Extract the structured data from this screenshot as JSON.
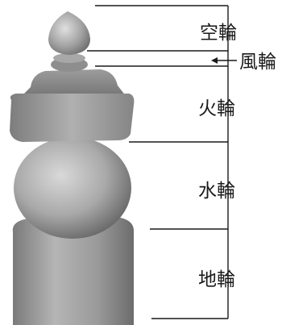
{
  "figure": {
    "parts": [
      {
        "id": "kurin",
        "label": "空輪"
      },
      {
        "id": "fuurin",
        "label": "風輪"
      },
      {
        "id": "karin",
        "label": "火輪"
      },
      {
        "id": "suirin",
        "label": "水輪"
      },
      {
        "id": "chirin",
        "label": "地輪"
      }
    ]
  }
}
